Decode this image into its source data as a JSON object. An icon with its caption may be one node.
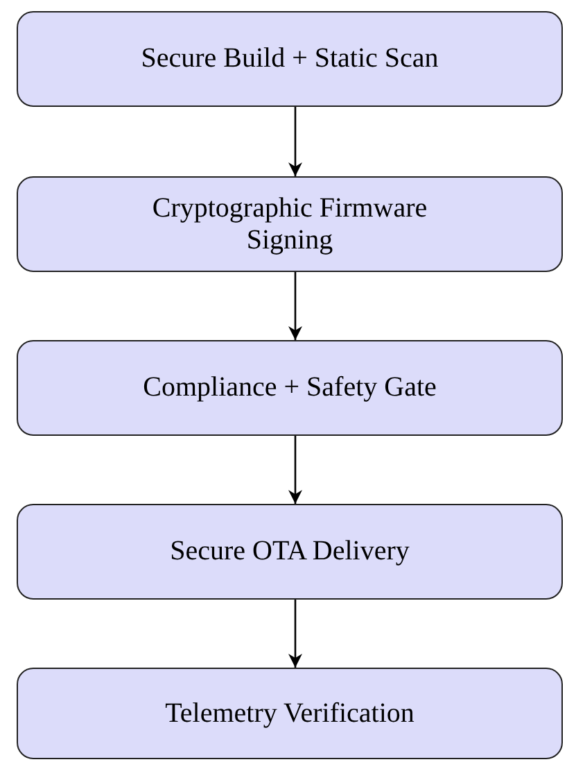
{
  "diagram": {
    "nodes": [
      {
        "text": [
          "Secure Build + Static Scan"
        ]
      },
      {
        "text": [
          "Cryptographic Firmware Signing"
        ]
      },
      {
        "text": [
          "Compliance + Safety Gate"
        ]
      },
      {
        "text": [
          "Secure OTA Delivery"
        ]
      },
      {
        "text": [
          "Telemetry Verification"
        ]
      }
    ],
    "edges": [
      {
        "from": 0,
        "to": 1,
        "arrow": "to"
      },
      {
        "from": 1,
        "to": 2,
        "arrow": "to"
      },
      {
        "from": 2,
        "to": 3,
        "arrow": "to"
      },
      {
        "from": 3,
        "to": 4,
        "arrow": "to"
      }
    ]
  }
}
